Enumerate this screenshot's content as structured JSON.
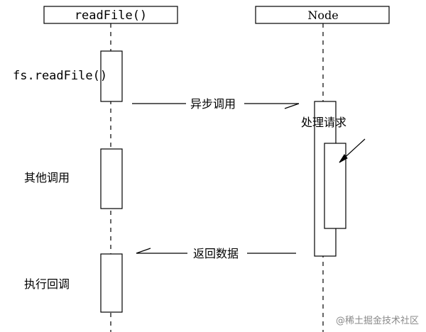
{
  "participants": {
    "left": "readFile()",
    "right": "Node"
  },
  "side_labels": {
    "call": "fs.readFile()",
    "other": "其他调用",
    "callback": "执行回调"
  },
  "messages": {
    "async_call": "异步调用",
    "return_data": "返回数据"
  },
  "note": "处理请求",
  "watermark": "@稀土掘金技术社区",
  "colors": {
    "line": "#000000",
    "background": "#ffffff"
  }
}
